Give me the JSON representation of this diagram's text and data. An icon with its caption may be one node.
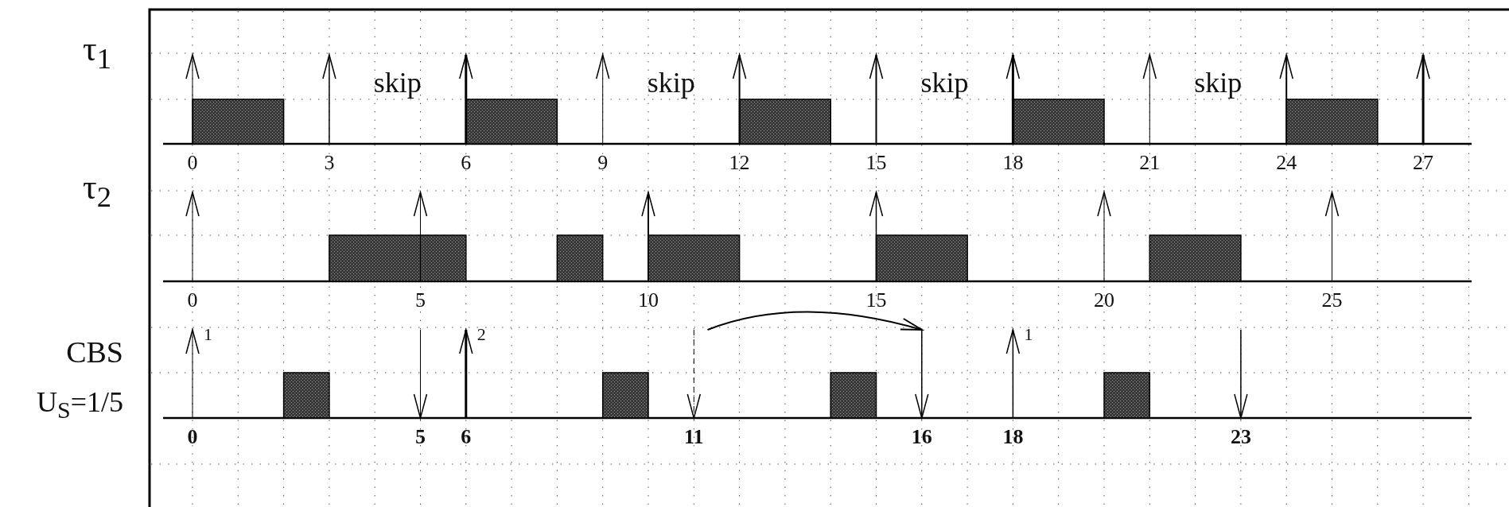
{
  "diagram": {
    "labels": [
      "τ$_{1}$",
      "skip",
      "skip",
      "skip",
      "skip",
      "0",
      "3",
      "6",
      "9",
      "12",
      "15",
      "18",
      "21",
      "24",
      "27",
      "τ$_{2}$",
      "0",
      "5",
      "10",
      "15",
      "20",
      "25",
      "1",
      "2",
      "1",
      "CBS",
      "U$_{S}$=1/5",
      "0",
      "5",
      "6",
      "11",
      "16",
      "18",
      "23"
    ]
  }
}
